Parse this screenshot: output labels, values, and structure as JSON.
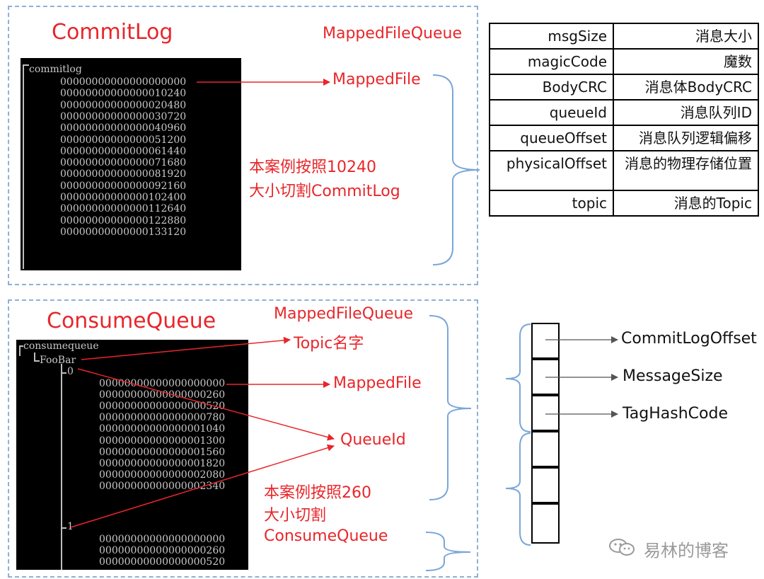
{
  "commitlog": {
    "title": "CommitLog",
    "queue_label": "MappedFileQueue",
    "mapped_file_label": "MappedFile",
    "note_line1": "本案例按照10240",
    "note_line2": "大小切割CommitLog",
    "terminal": {
      "root": "commitlog",
      "files": [
        "00000000000000000000",
        "00000000000000010240",
        "00000000000000020480",
        "00000000000000030720",
        "00000000000000040960",
        "00000000000000051200",
        "00000000000000061440",
        "00000000000000071680",
        "00000000000000081920",
        "00000000000000092160",
        "00000000000000102400",
        "00000000000000112640",
        "00000000000000122880",
        "00000000000000133120"
      ]
    }
  },
  "message_format_table": [
    {
      "field": "msgSize",
      "desc": "消息大小"
    },
    {
      "field": "magicCode",
      "desc": "魔数"
    },
    {
      "field": "BodyCRC",
      "desc": "消息体BodyCRC"
    },
    {
      "field": "queueId",
      "desc": "消息队列ID"
    },
    {
      "field": "queueOffset",
      "desc": "消息队列逻辑偏移"
    },
    {
      "field": "physicalOffset",
      "desc": "消息的物理存储位置"
    },
    {
      "field": "topic",
      "desc": "消息的Topic"
    }
  ],
  "consumequeue": {
    "title": "ConsumeQueue",
    "queue_label": "MappedFileQueue",
    "topic_label": "Topic名字",
    "mapped_file_label": "MappedFile",
    "queueid_label": "QueueId",
    "note_line1": "本案例按照260",
    "note_line2": "大小切割",
    "note_line3": "ConsumeQueue",
    "terminal": {
      "root": "consumequeue",
      "topic": "FooBar",
      "queue0": "0",
      "queue1": "1",
      "files_q0": [
        "00000000000000000000",
        "00000000000000000260",
        "00000000000000000520",
        "00000000000000000780",
        "00000000000000001040",
        "00000000000000001300",
        "00000000000000001560",
        "00000000000000001820",
        "00000000000000002080",
        "00000000000000002340"
      ],
      "files_q1": [
        "00000000000000000000",
        "00000000000000000260",
        "00000000000000000520"
      ]
    }
  },
  "cq_entry": {
    "fields": [
      "CommitLogOffset",
      "MessageSize",
      "TagHashCode"
    ]
  },
  "watermark": "易林的博客",
  "colors": {
    "label_red": "#e8262a",
    "dash_blue": "#8fb0d6",
    "brace_blue": "#7aa6d8",
    "terminal_bg": "#000000"
  }
}
